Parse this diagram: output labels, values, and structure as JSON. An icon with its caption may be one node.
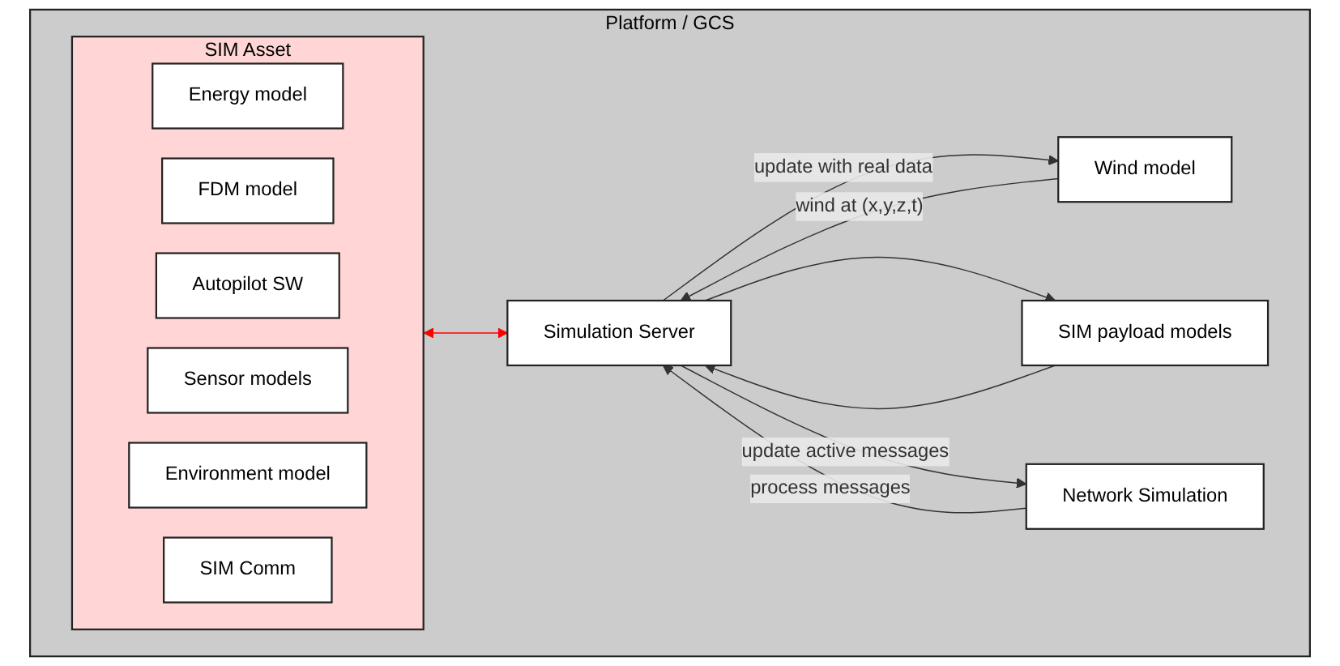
{
  "diagram": {
    "nodes": [
      {
        "text": [
          "Platform / GCS"
        ]
      },
      {
        "text": [
          "SIM Asset"
        ],
        "in": 0
      },
      {
        "text": [
          "Energy model"
        ],
        "in": 1
      },
      {
        "text": [
          "FDM model"
        ],
        "in": 1
      },
      {
        "text": [
          "Autopilot SW"
        ],
        "in": 1
      },
      {
        "text": [
          "Sensor models"
        ],
        "in": 1
      },
      {
        "text": [
          "Environment model"
        ],
        "in": 1
      },
      {
        "text": [
          "SIM Comm"
        ],
        "in": 1
      },
      {
        "text": [
          "Wind model"
        ],
        "in": 0
      },
      {
        "text": [
          "Simulation Server"
        ],
        "in": 0
      },
      {
        "text": [
          "SIM payload models"
        ],
        "in": 0
      },
      {
        "text": [
          "Network Simulation"
        ],
        "in": 0
      }
    ],
    "edges": [
      {
        "from": 1,
        "to": 9,
        "arrow": "both",
        "color": "#ff0000"
      },
      {
        "from": 9,
        "to": 8,
        "arrow": "to",
        "label": "update with real data"
      },
      {
        "from": 8,
        "to": 9,
        "arrow": "to",
        "label": "wind at (x,y,z,t)"
      },
      {
        "from": 10,
        "to": 9,
        "arrow": "to"
      },
      {
        "from": 9,
        "to": 10,
        "arrow": "to"
      },
      {
        "from": 9,
        "to": 11,
        "arrow": "to",
        "label": "update active messages"
      },
      {
        "from": 11,
        "to": 9,
        "arrow": "to",
        "label": "process messages"
      }
    ]
  }
}
